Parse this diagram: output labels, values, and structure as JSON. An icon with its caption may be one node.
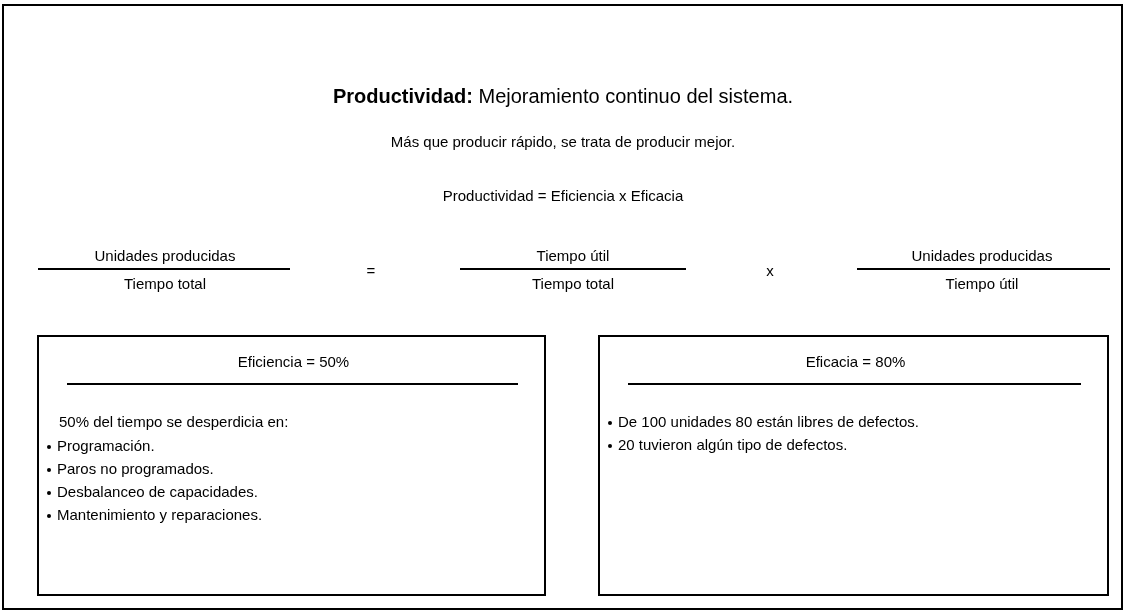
{
  "diagram": {
    "title": "**Productividad:** Mejoramiento continuo del sistema.",
    "nodes": [
      {
        "text": [
          "Eficiencia = 50%",
          "50% del tiempo se desperdicia en:",
          "Programación.",
          "Paros no programados.",
          "Desbalanceo de capacidades.",
          "Mantenimiento y reparaciones."
        ]
      },
      {
        "text": [
          "Eficacia = 80%",
          "De 100 unidades 80 están libres de defectos.",
          "20 tuvieron algún tipo de defectos."
        ]
      }
    ],
    "labels": [
      "Más que producir rápido, se trata de producir mejor.",
      "Productividad = Eficiencia x Eficacia",
      "Unidades producidas",
      "Tiempo total",
      "=",
      "Tiempo útil",
      "Tiempo total",
      "x",
      "Unidades producidas",
      "Tiempo útil"
    ]
  }
}
